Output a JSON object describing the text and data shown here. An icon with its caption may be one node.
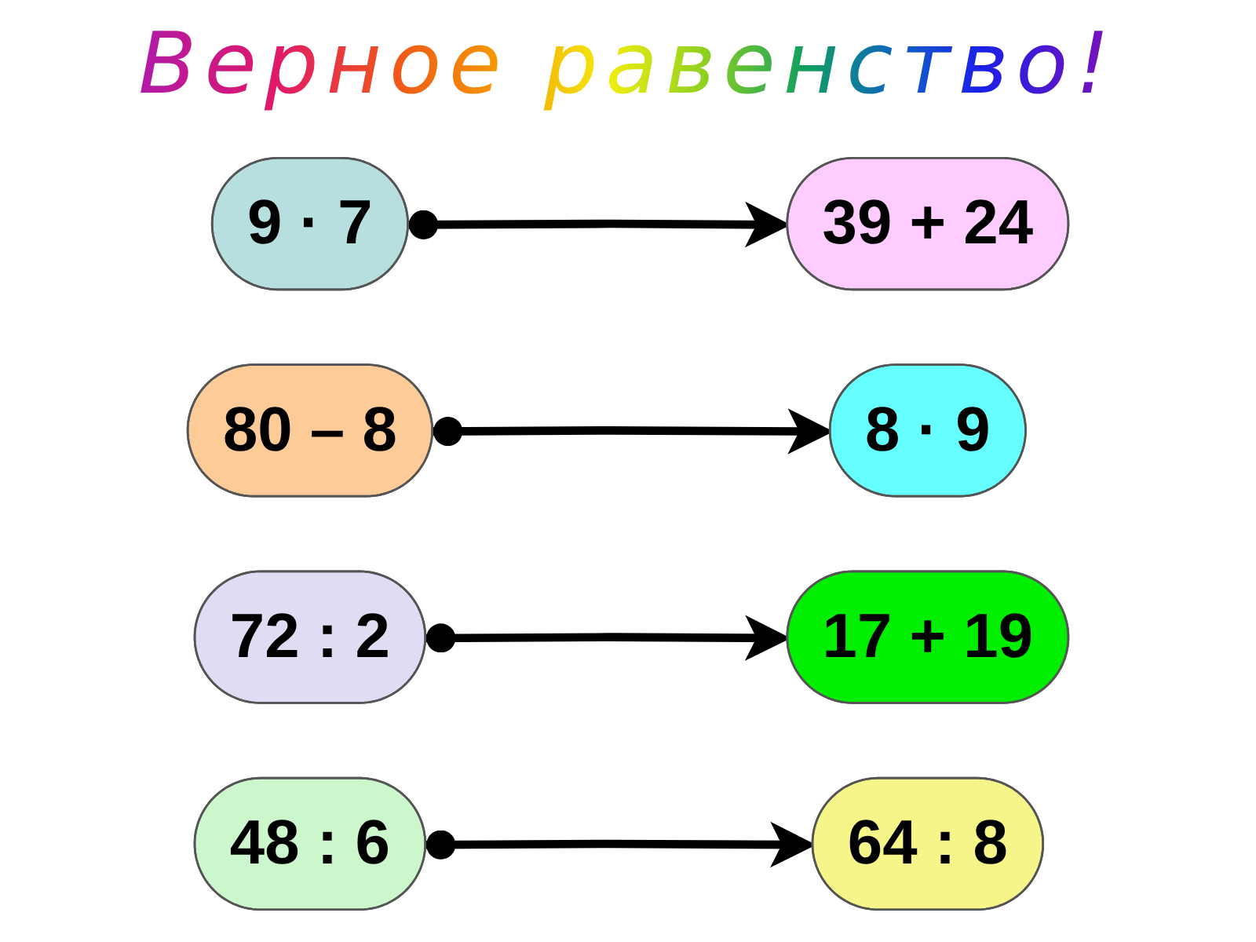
{
  "diagram": {
    "title": "Верное равенство!",
    "nodes": [
      {
        "text": [
          "9 · 7"
        ]
      },
      {
        "text": [
          "80 – 8"
        ]
      },
      {
        "text": [
          "72 : 2"
        ]
      },
      {
        "text": [
          "48 : 6"
        ]
      },
      {
        "text": [
          "17 + 19"
        ]
      },
      {
        "text": [
          "39 + 24"
        ]
      },
      {
        "text": [
          "8 · 9"
        ]
      },
      {
        "text": [
          "64 : 8"
        ]
      }
    ],
    "edges": [
      {
        "from": 0,
        "to": 5,
        "arrow": "to"
      },
      {
        "from": 1,
        "to": 6,
        "arrow": "to"
      },
      {
        "from": 2,
        "to": 4,
        "arrow": "to"
      },
      {
        "from": 3,
        "to": 7,
        "arrow": "to"
      }
    ]
  }
}
